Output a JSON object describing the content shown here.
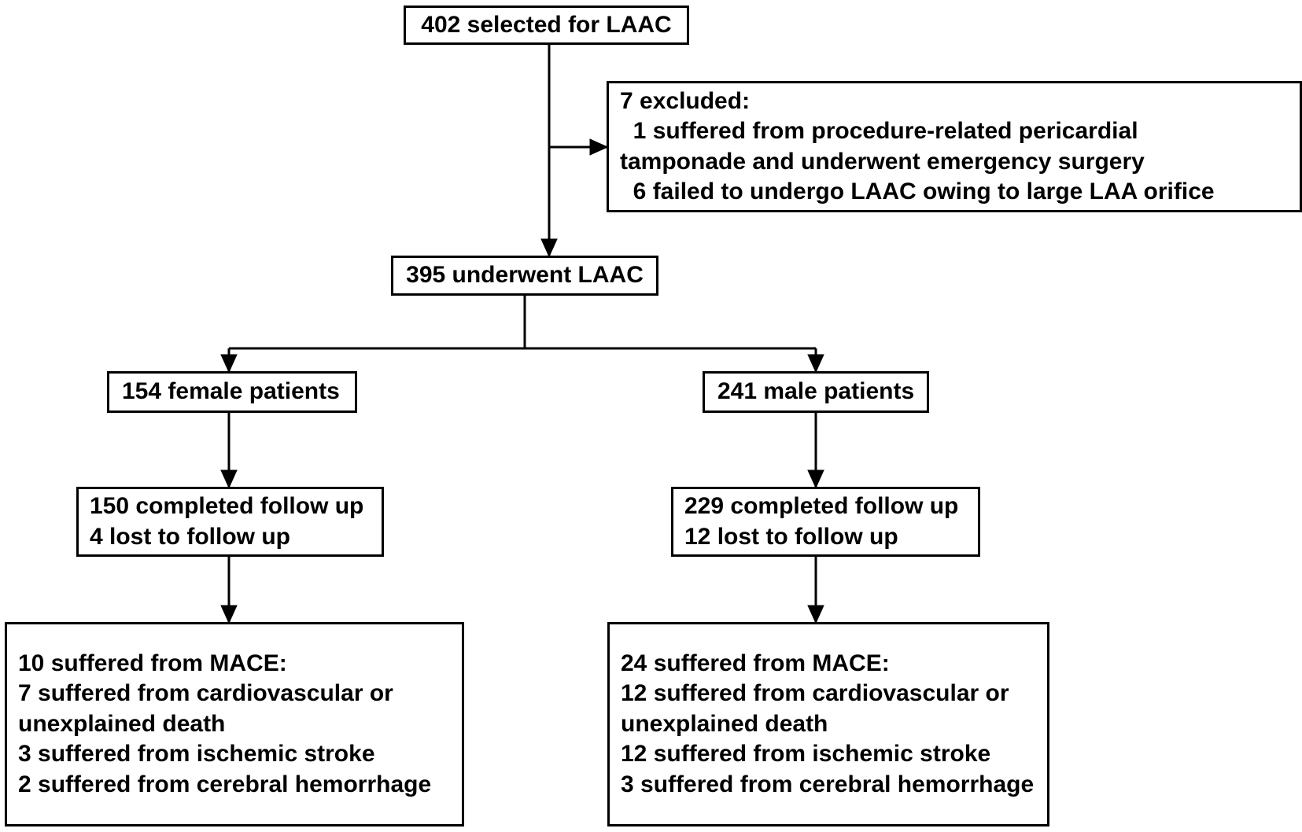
{
  "diagram": {
    "title": "LAAC patient flow diagram",
    "type": "flowchart",
    "stroke_color": "#000000",
    "background_color": "#ffffff",
    "text_color": "#000000"
  },
  "nodes": {
    "selected": {
      "lines": [
        "402 selected for LAAC"
      ]
    },
    "excluded": {
      "lines": [
        "7 excluded:",
        "  1 suffered from procedure-related pericardial",
        "tamponade and underwent emergency surgery",
        "  6 failed to undergo LAAC owing to large LAA orifice"
      ]
    },
    "underwent": {
      "lines": [
        "395 underwent LAAC"
      ]
    },
    "female": {
      "lines": [
        "154 female patients"
      ]
    },
    "male": {
      "lines": [
        "241 male patients"
      ]
    },
    "female_followup": {
      "lines": [
        "150 completed follow up",
        "4 lost to follow up"
      ]
    },
    "male_followup": {
      "lines": [
        "229 completed follow up",
        "12 lost to follow up"
      ]
    },
    "female_mace": {
      "lines": [
        "10 suffered from MACE:",
        "7 suffered from cardiovascular or",
        "unexplained death",
        "3 suffered from ischemic stroke",
        "2 suffered from cerebral hemorrhage"
      ]
    },
    "male_mace": {
      "lines": [
        "24 suffered from MACE:",
        "12 suffered from cardiovascular or",
        "unexplained death",
        "12 suffered from ischemic stroke",
        "3 suffered from cerebral hemorrhage"
      ]
    }
  },
  "chart_data": {
    "type": "flowchart",
    "title": "LAAC patient flow diagram",
    "counts": {
      "selected_for_laac": 402,
      "excluded_total": 7,
      "excluded_pericardial_tamponade": 1,
      "excluded_failed_large_laa_orifice": 6,
      "underwent_laac": 395,
      "female_patients": 154,
      "male_patients": 241,
      "female_completed_followup": 150,
      "female_lost_followup": 4,
      "male_completed_followup": 229,
      "male_lost_followup": 12,
      "female_mace_total": 10,
      "female_cv_or_unexplained_death": 7,
      "female_ischemic_stroke": 3,
      "female_cerebral_hemorrhage": 2,
      "male_mace_total": 24,
      "male_cv_or_unexplained_death": 12,
      "male_ischemic_stroke": 12,
      "male_cerebral_hemorrhage": 3
    },
    "edges": [
      {
        "from": "selected",
        "to": "excluded",
        "style": "arrow-right"
      },
      {
        "from": "selected",
        "to": "underwent",
        "style": "arrow-down"
      },
      {
        "from": "underwent",
        "to": "female",
        "style": "split-arrow-down"
      },
      {
        "from": "underwent",
        "to": "male",
        "style": "split-arrow-down"
      },
      {
        "from": "female",
        "to": "female_followup",
        "style": "arrow-down"
      },
      {
        "from": "male",
        "to": "male_followup",
        "style": "arrow-down"
      },
      {
        "from": "female_followup",
        "to": "female_mace",
        "style": "arrow-down"
      },
      {
        "from": "male_followup",
        "to": "male_mace",
        "style": "arrow-down"
      }
    ]
  }
}
